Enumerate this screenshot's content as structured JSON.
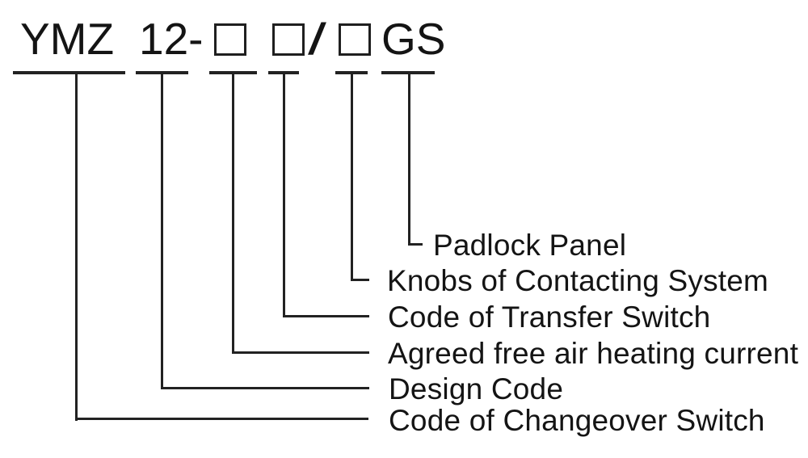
{
  "model_code": {
    "full": "YMZ 12-□ □/□GS",
    "segments": [
      {
        "name": "series",
        "text": "YMZ"
      },
      {
        "name": "design-code-digits",
        "text": "12-"
      },
      {
        "name": "placeholder-box-1",
        "text": "□"
      },
      {
        "name": "placeholder-box-2",
        "text": "□"
      },
      {
        "name": "separator-slash",
        "text": "/"
      },
      {
        "name": "placeholder-box-3",
        "text": "□"
      },
      {
        "name": "suffix",
        "text": "GS"
      }
    ]
  },
  "labels": [
    {
      "id": "padlock-panel",
      "text": "Padlock Panel"
    },
    {
      "id": "knobs-of-contacting-system",
      "text": "Knobs of Contacting System"
    },
    {
      "id": "code-of-transfer-switch",
      "text": "Code of Transfer Switch"
    },
    {
      "id": "agreed-free-air-heating-current",
      "text": "Agreed free air heating current"
    },
    {
      "id": "design-code",
      "text": "Design Code"
    },
    {
      "id": "code-of-changeover-switch",
      "text": "Code of Changeover Switch"
    }
  ],
  "colors": {
    "background": "#ffffff",
    "ink": "#222222",
    "text": "#141414"
  }
}
